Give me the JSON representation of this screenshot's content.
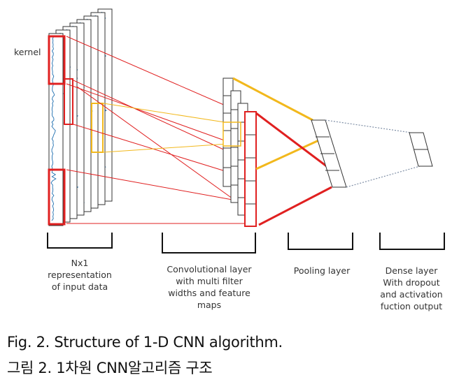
{
  "labels": {
    "kernel": "kernel",
    "input": [
      "Nx1",
      "representation",
      "of input data"
    ],
    "conv": [
      "Convolutional layer",
      "with multi filter",
      "widths and feature",
      "maps"
    ],
    "pool": "Pooling layer",
    "dense": [
      "Dense layer",
      "With dropout",
      "and activation",
      "fuction output"
    ]
  },
  "caption": {
    "en": "Fig.  2. Structure of 1-D CNN algorithm.",
    "ko": "그림 2. 1차원 CNN알고리즘 구조"
  },
  "colors": {
    "kernel": "#e02020",
    "yellow": "#f2b81c",
    "signal": "#1f6fb0",
    "outline": "#333333",
    "dotted": "#7f8fa6"
  }
}
